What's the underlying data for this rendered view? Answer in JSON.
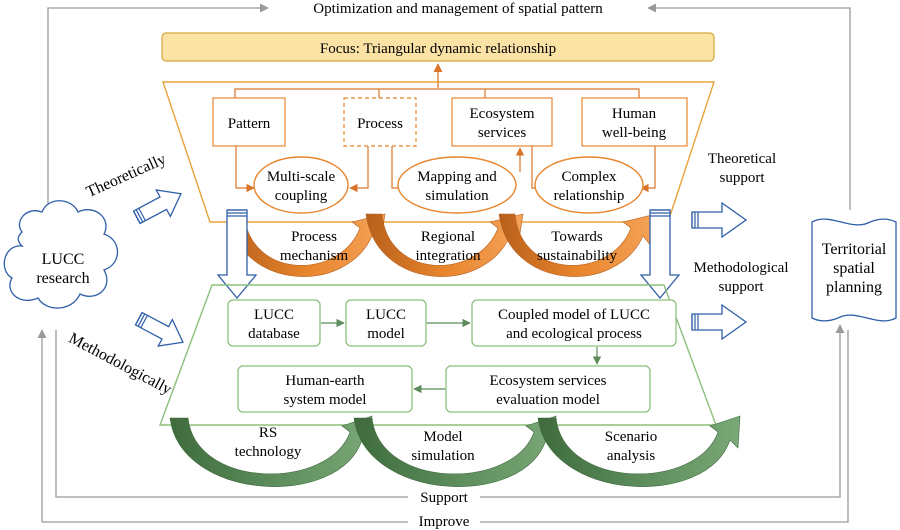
{
  "top_label": "Optimization and management of spatial pattern",
  "focus": "Focus: Triangular dynamic relationship",
  "theory": {
    "boxes": [
      "Pattern",
      "Process",
      "Ecosystem services",
      "Human well-being"
    ],
    "ellipses": [
      "Multi-scale coupling",
      "Mapping and simulation",
      "Complex relationship"
    ],
    "arc_labels": [
      "Process mechanism",
      "Regional integration",
      "Towards sustainability"
    ]
  },
  "method": {
    "boxes": [
      "LUCC database",
      "LUCC model",
      "Coupled model of LUCC and ecological process",
      "Ecosystem services evaluation model",
      "Human-earth system model"
    ],
    "arc_labels": [
      "RS technology",
      "Model simulation",
      "Scenario analysis"
    ]
  },
  "left": {
    "cloud": "LUCC research",
    "theoretically": "Theoretically",
    "methodologically": "Methodologically"
  },
  "right": {
    "theoretical_support": "Theoretical support",
    "methodological_support": "Methodological support",
    "scroll": "Territorial spatial planning"
  },
  "bottom": {
    "support": "Support",
    "improve": "Improve"
  },
  "colors": {
    "orange": "#e8852c",
    "green": "#5b8c5a",
    "blue": "#2f5fa8",
    "gray": "#9a9a9a",
    "focus_fill": "#fbe3a6"
  }
}
